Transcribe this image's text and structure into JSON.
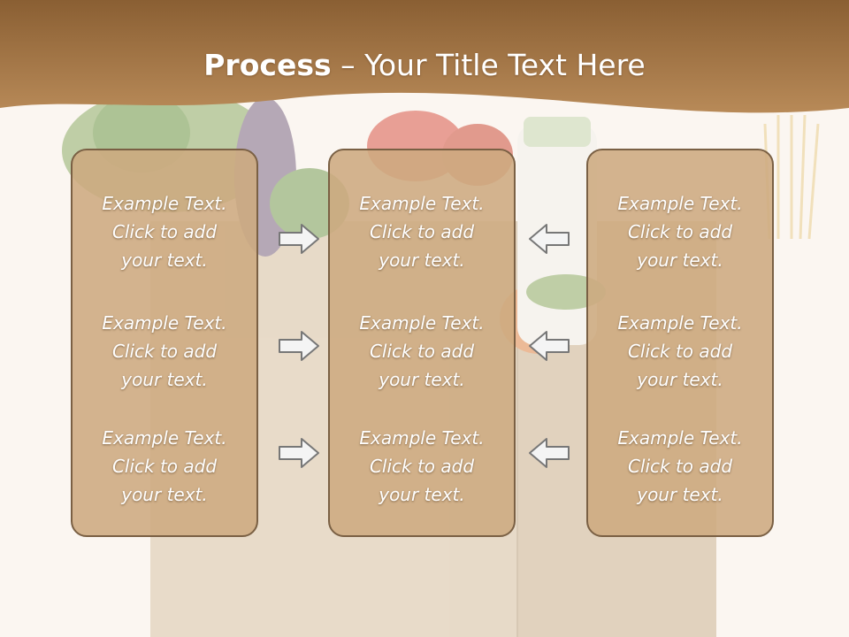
{
  "title": {
    "bold": "Process",
    "rest": " – Your Title Text Here"
  },
  "colors": {
    "banner": "#a47849",
    "panel": "#cdaa80",
    "panel_border": "#7a6044",
    "arrow_fill": "#f4f4f4",
    "arrow_stroke": "#777777"
  },
  "background_icon": "grocery-bag-photo",
  "columns": [
    {
      "items": [
        {
          "line1": "Example Text.",
          "line2": "Click  to add",
          "line3": "your text."
        },
        {
          "line1": "Example Text.",
          "line2": "Click  to add",
          "line3": "your text."
        },
        {
          "line1": "Example Text.",
          "line2": "Click  to add",
          "line3": "your text."
        }
      ]
    },
    {
      "items": [
        {
          "line1": "Example Text.",
          "line2": "Click  to add",
          "line3": "your text."
        },
        {
          "line1": "Example Text.",
          "line2": "Click  to add",
          "line3": "your text."
        },
        {
          "line1": "Example Text.",
          "line2": "Click  to add",
          "line3": "your text."
        }
      ]
    },
    {
      "items": [
        {
          "line1": "Example Text.",
          "line2": "Click  to add",
          "line3": "your text."
        },
        {
          "line1": "Example Text.",
          "line2": "Click  to add",
          "line3": "your text."
        },
        {
          "line1": "Example Text.",
          "line2": "Click  to add",
          "line3": "your text."
        }
      ]
    }
  ],
  "arrows": {
    "left_group": "right-arrow-icon",
    "right_group": "left-arrow-icon"
  }
}
